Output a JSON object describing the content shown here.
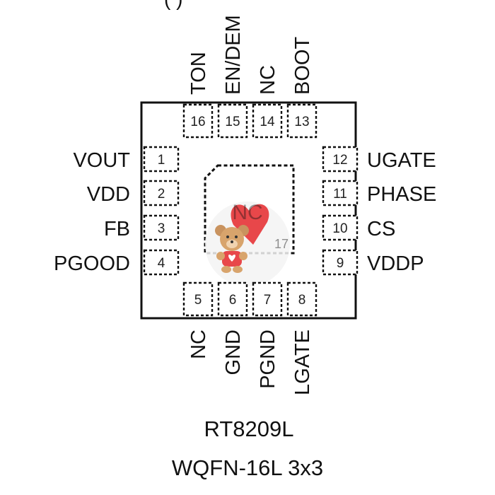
{
  "top_partial_text": "( )",
  "package": {
    "part_number": "RT8209L",
    "package_name": "WQFN-16L 3x3"
  },
  "exposed_pad": {
    "label": "NC",
    "number": "17"
  },
  "pins": {
    "left": [
      {
        "num": "1",
        "name": "VOUT"
      },
      {
        "num": "2",
        "name": "VDD"
      },
      {
        "num": "3",
        "name": "FB"
      },
      {
        "num": "4",
        "name": "PGOOD"
      }
    ],
    "bottom": [
      {
        "num": "5",
        "name": "NC"
      },
      {
        "num": "6",
        "name": "GND"
      },
      {
        "num": "7",
        "name": "PGND"
      },
      {
        "num": "8",
        "name": "LGATE"
      }
    ],
    "right": [
      {
        "num": "9",
        "name": "VDDP"
      },
      {
        "num": "10",
        "name": "CS"
      },
      {
        "num": "11",
        "name": "PHASE"
      },
      {
        "num": "12",
        "name": "UGATE"
      }
    ],
    "top": [
      {
        "num": "13",
        "name": "BOOT"
      },
      {
        "num": "14",
        "name": "NC"
      },
      {
        "num": "15",
        "name": "EN/DEM"
      },
      {
        "num": "16",
        "name": "TON"
      }
    ]
  }
}
